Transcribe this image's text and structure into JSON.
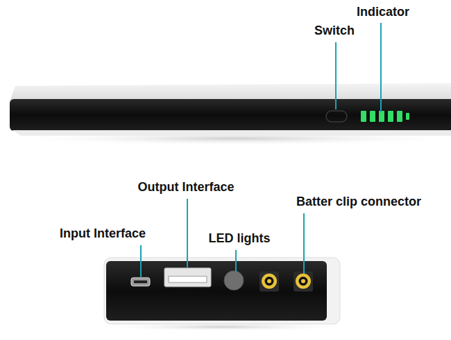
{
  "diagram": {
    "labels": [
      "Indicator",
      "Switch",
      "Output Interface",
      "Batter clip connector",
      "Input Interface",
      "LED lights"
    ]
  }
}
